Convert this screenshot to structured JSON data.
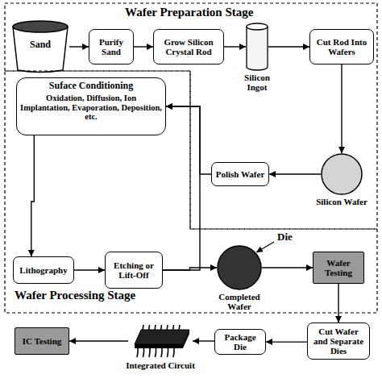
{
  "diagram": {
    "nodes": [
      {
        "text": [
          "Wafer Preparation Stage"
        ]
      },
      {
        "text": [
          "Sand"
        ],
        "in": 0
      },
      {
        "text": [
          "Purify Sand"
        ],
        "in": 0
      },
      {
        "text": [
          "Grow Silicon Crystal Rod"
        ],
        "in": 0
      },
      {
        "text": [
          "Silicon Ingot"
        ],
        "in": 0
      },
      {
        "text": [
          "Cut Rod Into Wafers"
        ],
        "in": 0
      },
      {
        "text": [
          "Silicon Wafer"
        ],
        "in": 0
      },
      {
        "text": [
          "Polish Wafer"
        ],
        "in": 0
      },
      {
        "text": [
          "Wafer Processing Stage"
        ]
      },
      {
        "text": [
          "Suface Conditioning",
          "Oxidation, Diffusion, Ion Implantation, Evaporation, Deposition, etc."
        ],
        "in": 8
      },
      {
        "text": [
          "Lithography"
        ],
        "in": 8
      },
      {
        "text": [
          "Etching or Lift-Off"
        ],
        "in": 8
      },
      {
        "text": [
          "Completed Wafer"
        ],
        "in": 8
      },
      {
        "text": [
          "Wafer Testing"
        ],
        "in": 8
      },
      {
        "text": [
          "Cut Wafer and Separate Dies"
        ]
      },
      {
        "text": [
          "Package Die"
        ]
      },
      {
        "text": [
          "Integrated Circuit"
        ]
      },
      {
        "text": [
          "IC Testing"
        ]
      }
    ],
    "edges": [
      {
        "from": 1,
        "to": 2,
        "arrow": "to"
      },
      {
        "from": 2,
        "to": 3,
        "arrow": "to"
      },
      {
        "from": 3,
        "to": 4,
        "arrow": "to"
      },
      {
        "from": 4,
        "to": 5,
        "arrow": "to"
      },
      {
        "from": 5,
        "to": 6,
        "arrow": "to"
      },
      {
        "from": 6,
        "to": 7,
        "arrow": "to"
      },
      {
        "from": 7,
        "to": 9,
        "arrow": "to"
      },
      {
        "from": 9,
        "to": 10,
        "arrow": "to"
      },
      {
        "from": 10,
        "to": 11,
        "arrow": "to"
      },
      {
        "from": 11,
        "to": 9,
        "arrow": "to"
      },
      {
        "from": 11,
        "to": 12,
        "arrow": "to"
      },
      {
        "from": 12,
        "to": 13,
        "arrow": "to"
      },
      {
        "from": 13,
        "to": 14,
        "arrow": "to"
      },
      {
        "from": 14,
        "to": 15,
        "arrow": "to"
      },
      {
        "from": 15,
        "to": 16,
        "arrow": "to"
      },
      {
        "from": 16,
        "to": 17,
        "arrow": "to"
      }
    ],
    "labels": [
      "Die"
    ]
  }
}
